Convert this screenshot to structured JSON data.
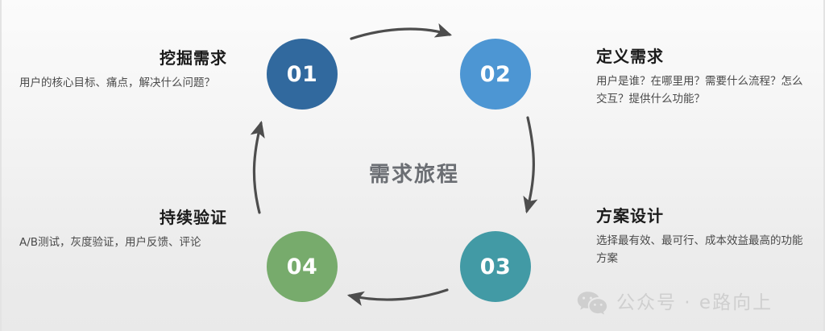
{
  "diagram": {
    "center_title": "需求旅程",
    "background_top_color": "#fbfbfb",
    "background_bottom_color": "#e9e9e9",
    "arrow_color": "#4d4d4d"
  },
  "steps": [
    {
      "number": "01",
      "color": "#31699e",
      "heading": "挖掘需求",
      "body": "用户的核心目标、痛点，解决什么问题？",
      "side": "left"
    },
    {
      "number": "02",
      "color": "#4d96d3",
      "heading": "定义需求",
      "body": "用户是谁？在哪里用？需要什么流程？怎么交互？提供什么功能？",
      "side": "right"
    },
    {
      "number": "03",
      "color": "#429aa5",
      "heading": "方案设计",
      "body": "选择最有效、最可行、成本效益最高的功能方案",
      "side": "right"
    },
    {
      "number": "04",
      "color": "#77ab6c",
      "heading": "持续验证",
      "body": "A/B测试，灰度验证，用户反馈、评论",
      "side": "left"
    }
  ],
  "arrows": [
    {
      "name": "arrow-01-to-02",
      "direction": "right"
    },
    {
      "name": "arrow-02-to-03",
      "direction": "down"
    },
    {
      "name": "arrow-03-to-04",
      "direction": "left"
    },
    {
      "name": "arrow-04-to-01",
      "direction": "up"
    }
  ],
  "watermark": {
    "icon": "wechat-icon",
    "text": "公众号 · e路向上",
    "color": "#cfcfcf"
  }
}
